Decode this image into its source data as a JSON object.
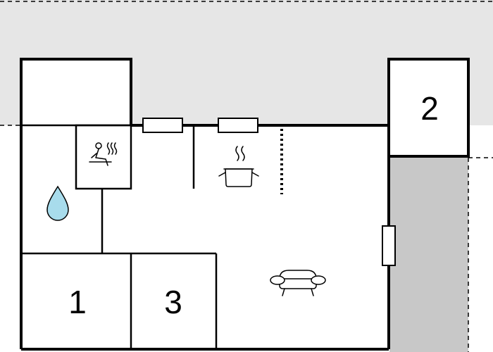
{
  "rooms": [
    {
      "label": "1"
    },
    {
      "label": "2"
    },
    {
      "label": "3"
    }
  ],
  "icons": {
    "bathroom": "water-drop-icon",
    "sauna": "sauna-icon",
    "kitchen": "cooking-pot-icon",
    "living": "sofa-icon"
  },
  "colors": {
    "outdoor": "#e6e6e6",
    "terrace": "#c8c8c8",
    "walls": "#000000",
    "water": "#a8dcec"
  }
}
